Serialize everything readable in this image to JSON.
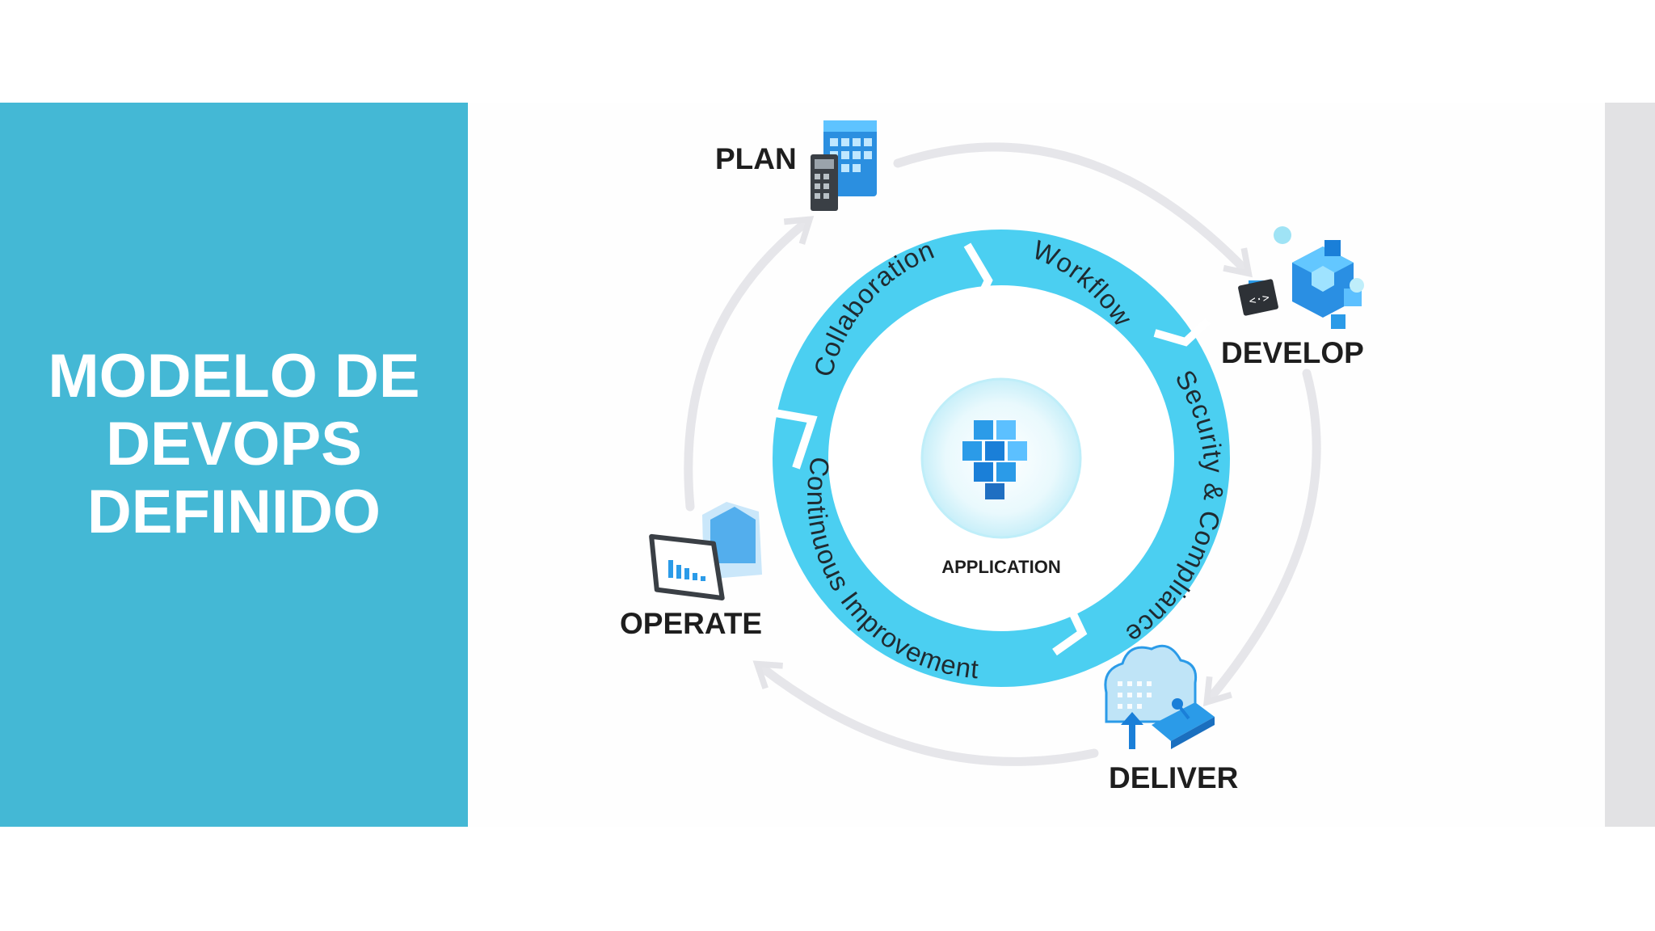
{
  "slide": {
    "title_lines": [
      "MODELO DE",
      "DEVOPS",
      "DEFINIDO"
    ]
  },
  "diagram": {
    "center_label": "APPLICATION",
    "stages": {
      "plan": "PLAN",
      "develop": "DEVELOP",
      "deliver": "DELIVER",
      "operate": "OPERATE"
    },
    "ring": {
      "collaboration": "Collaboration",
      "workflow": "Workflow",
      "security": "Security & Compliance",
      "improvement": "Continuous Improvement"
    },
    "icons": {
      "plan": "calendar-calculator-icon",
      "develop": "code-cubes-icon",
      "deliver": "cloud-deploy-icon",
      "operate": "monitor-chart-icon",
      "center": "application-cubes-icon"
    },
    "colors": {
      "title_panel": "#44b8d5",
      "ring": "#3ccbf0",
      "outer_arrows": "#e6e6ea",
      "accent_blue": "#1a7fd8"
    }
  }
}
